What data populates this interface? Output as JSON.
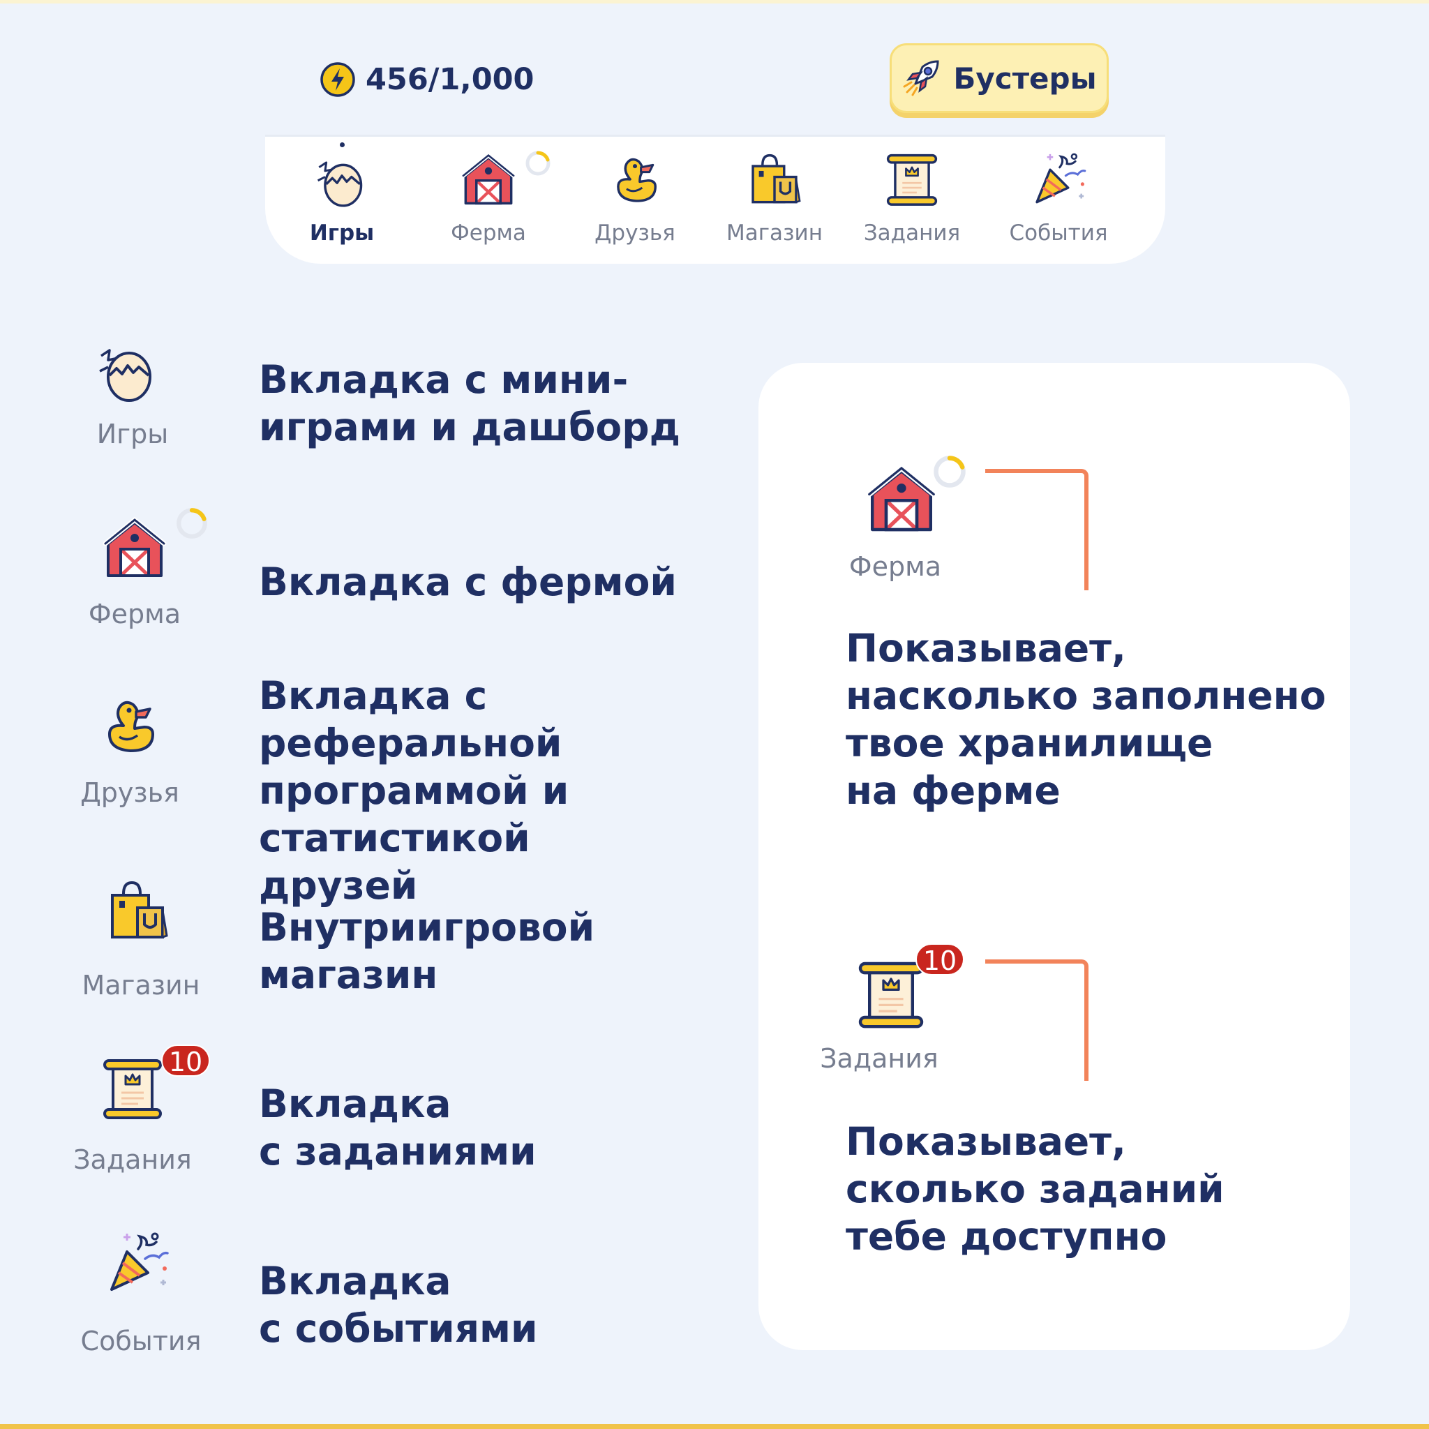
{
  "energy": {
    "value": "456/1,000",
    "icon": "lightning-icon"
  },
  "booster": {
    "label": "Бустеры",
    "icon": "rocket-icon"
  },
  "nav": [
    {
      "id": "games",
      "label": "Игры",
      "icon": "egg-icon"
    },
    {
      "id": "farm",
      "label": "Ферма",
      "icon": "barn-icon"
    },
    {
      "id": "friends",
      "label": "Друзья",
      "icon": "duck-icon"
    },
    {
      "id": "shop",
      "label": "Магазин",
      "icon": "shopping-bags-icon"
    },
    {
      "id": "tasks",
      "label": "Задания",
      "icon": "scroll-icon"
    },
    {
      "id": "events",
      "label": "События",
      "icon": "party-popper-icon"
    }
  ],
  "legend": [
    {
      "label": "Игры",
      "lines": [
        "Вкладка с мини-",
        "играми и дашборд"
      ]
    },
    {
      "label": "Ферма",
      "lines": [
        "Вкладка с фермой"
      ]
    },
    {
      "label": "Друзья",
      "lines": [
        "Вкладка с",
        "реферальной",
        "программой и",
        "статистикой друзей"
      ]
    },
    {
      "label": "Магазин",
      "lines": [
        "Внутриигровой",
        "магазин"
      ]
    },
    {
      "label": "Задания",
      "lines": [
        "Вкладка",
        "с заданиями"
      ],
      "badge": "10"
    },
    {
      "label": "События",
      "lines": [
        "Вкладка",
        "с событиями"
      ]
    }
  ],
  "card": {
    "farm": {
      "label": "Ферма",
      "lines": [
        "Показывает,",
        "насколько заполнено",
        "твое хранилище",
        "на ферме"
      ]
    },
    "tasks": {
      "label": "Задания",
      "badge": "10",
      "lines": [
        "Показывает,",
        "сколько заданий",
        "тебе доступно"
      ]
    }
  },
  "colors": {
    "text": "#1f2f63",
    "muted": "#767d8f",
    "accent_yellow": "#f5c518",
    "badge_red": "#c9261e",
    "connector_orange": "#f2835a",
    "background": "#eef3fb"
  }
}
